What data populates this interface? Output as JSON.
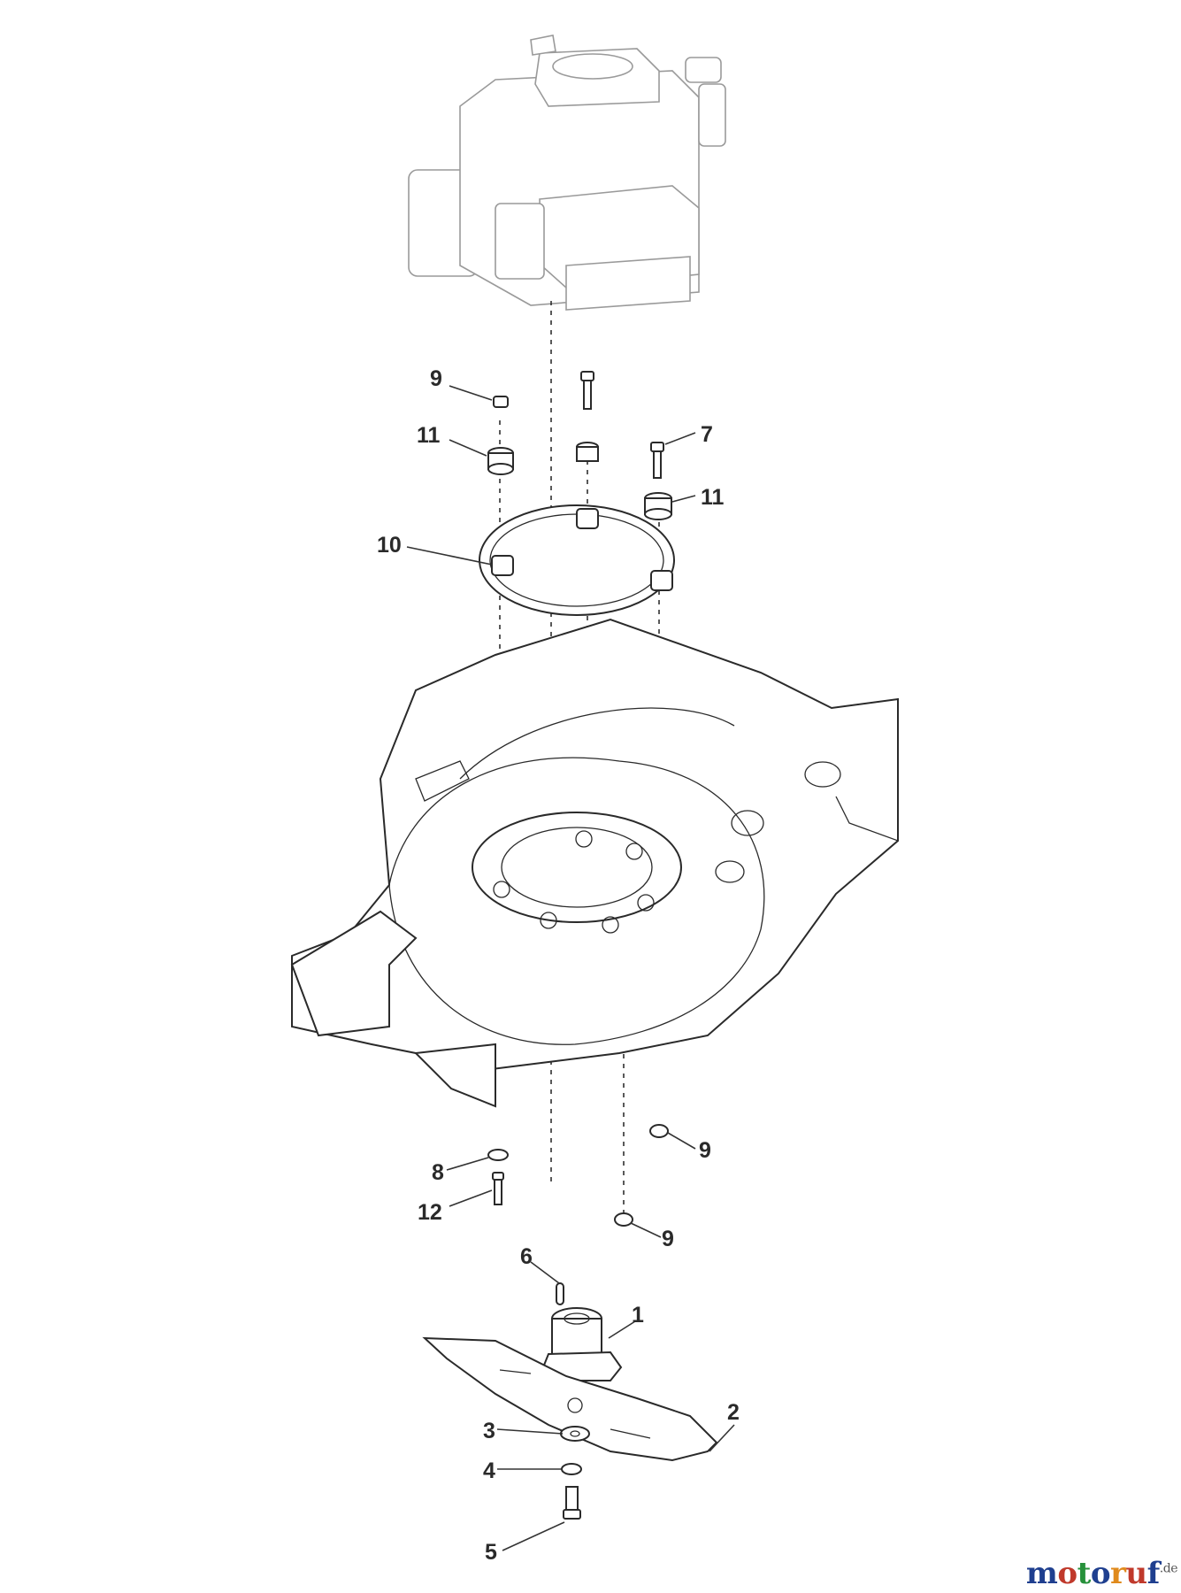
{
  "callouts": {
    "c1": "1",
    "c2": "2",
    "c3": "3",
    "c4": "4",
    "c5": "5",
    "c6": "6",
    "c7": "7",
    "c8": "8",
    "c9a": "9",
    "c9b": "9",
    "c9c": "9",
    "c10": "10",
    "c11a": "11",
    "c11b": "11",
    "c12": "12"
  },
  "watermark": {
    "letters": [
      "m",
      "o",
      "t",
      "o",
      "r",
      "u",
      "f"
    ],
    "letter_colors": [
      "#1f3f8f",
      "#c0392b",
      "#27913b",
      "#1f3f8f",
      "#e08a1c",
      "#c0392b",
      "#1f3f8f"
    ],
    "suffix": ".de"
  },
  "icons": [
    "engine",
    "engine-mount-ring",
    "spacer",
    "bolt",
    "nut",
    "mower-deck",
    "blade-adapter",
    "blade",
    "washer",
    "pin"
  ]
}
